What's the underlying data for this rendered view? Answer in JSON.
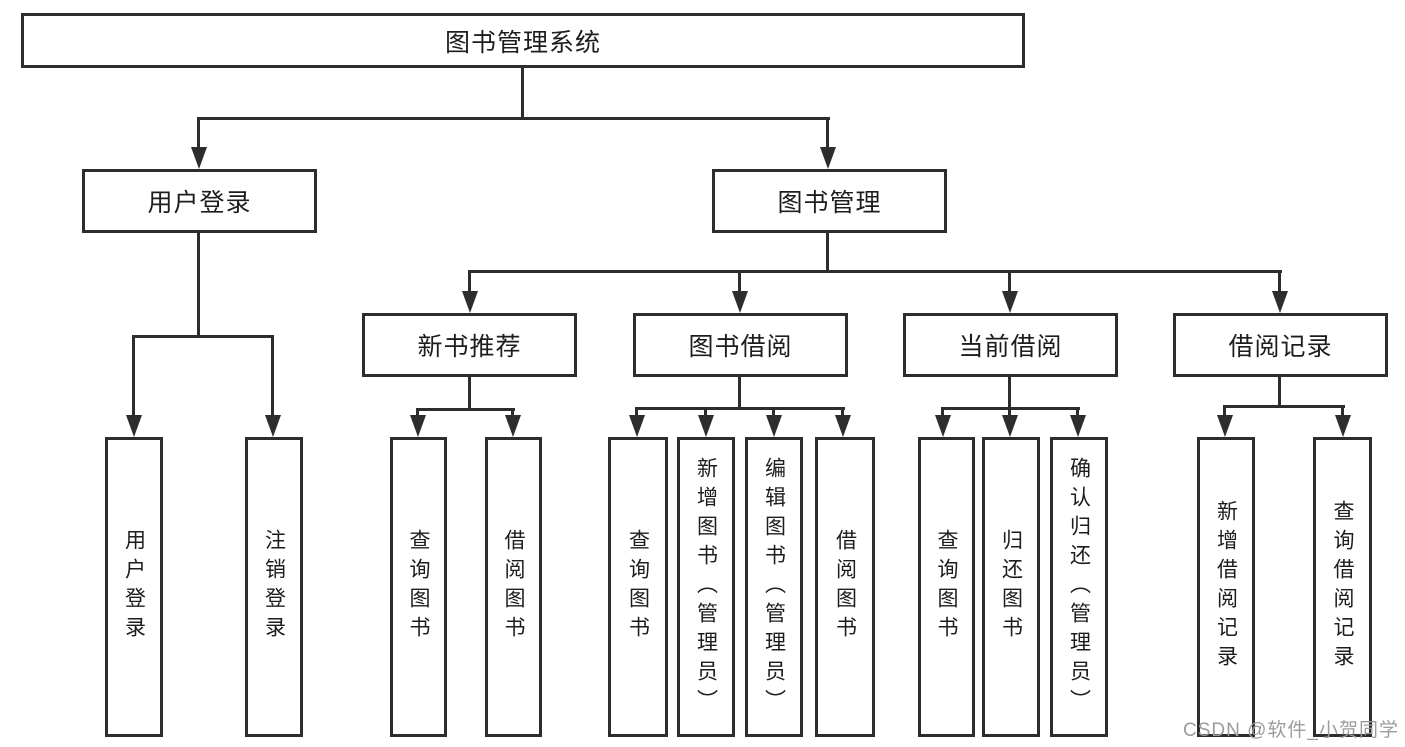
{
  "diagram": {
    "root": "图书管理系统",
    "user_login": {
      "label": "用户登录",
      "leaves": [
        "用户登录",
        "注销登录"
      ]
    },
    "book_mgmt": {
      "label": "图书管理",
      "groups": [
        {
          "label": "新书推荐",
          "leaves": [
            "查询图书",
            "借阅图书"
          ]
        },
        {
          "label": "图书借阅",
          "leaves": [
            "查询图书",
            "新增图书（管理员）",
            "编辑图书（管理员）",
            "借阅图书"
          ]
        },
        {
          "label": "当前借阅",
          "leaves": [
            "查询图书",
            "归还图书",
            "确认归还（管理员）"
          ]
        },
        {
          "label": "借阅记录",
          "leaves": [
            "新增借阅记录",
            "查询借阅记录"
          ]
        }
      ]
    },
    "line_color": "#2d2d2d"
  },
  "watermark": "CSDN @软件_小贺同学"
}
